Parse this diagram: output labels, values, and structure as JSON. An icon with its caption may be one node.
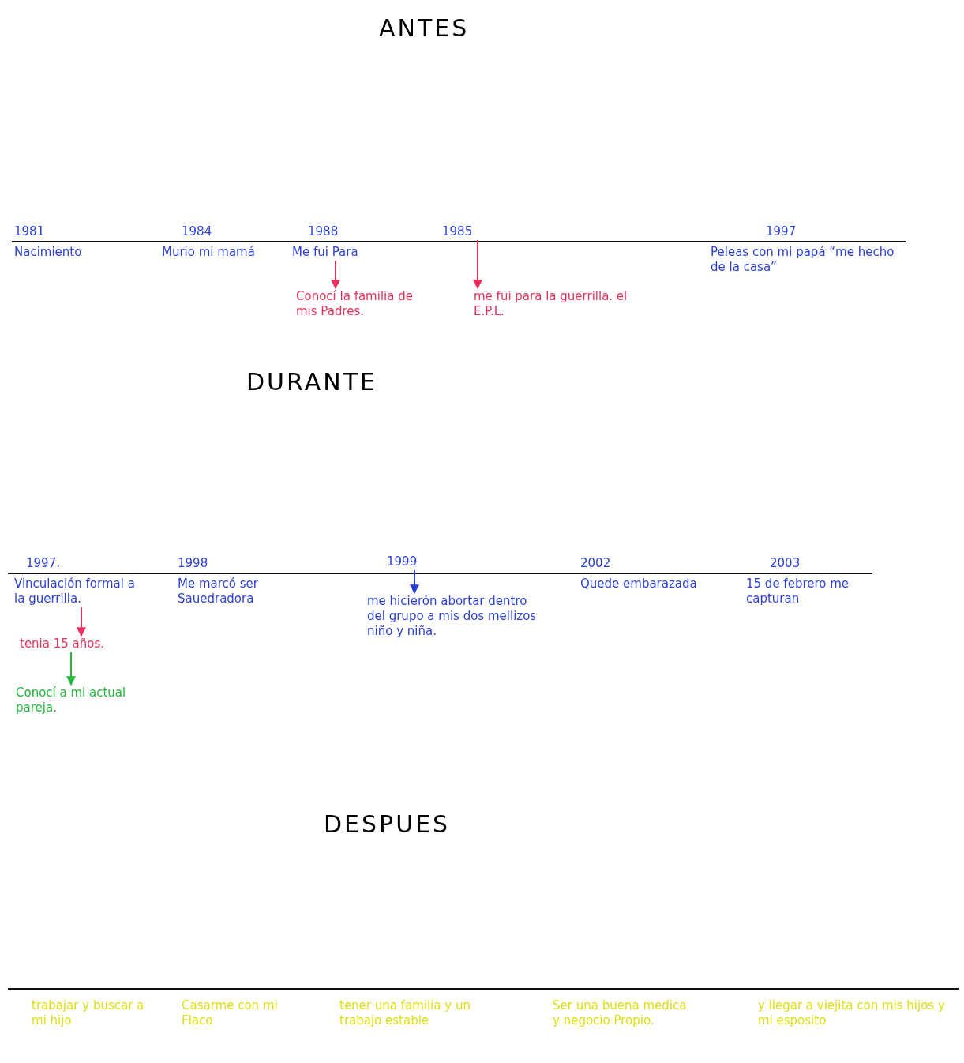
{
  "diagram": {
    "nodes": [
      {
        "text": [
          "1981",
          "Nacimiento"
        ]
      },
      {
        "text": [
          "1984",
          "Murio mi mamá"
        ]
      },
      {
        "text": [
          "1988",
          "Me fui Para"
        ]
      },
      {
        "text": [
          "1985"
        ]
      },
      {
        "text": [
          "1997",
          "Peleas con mi papá “me hecho de la casa”"
        ]
      },
      {
        "text": [
          "Conocí la familia de mis Padres."
        ]
      },
      {
        "text": [
          "me fui para la guerrilla. el E.P.L."
        ]
      },
      {
        "text": [
          "1997.",
          "Vinculación formal a la guerrilla."
        ]
      },
      {
        "text": [
          "1998",
          "Me marcó ser Sauedradora"
        ]
      },
      {
        "text": [
          "1999"
        ]
      },
      {
        "text": [
          "2002",
          "Quede embarazada"
        ]
      },
      {
        "text": [
          "2003",
          "15 de febrero me capturan"
        ]
      },
      {
        "text": [
          "tenia 15 años."
        ]
      },
      {
        "text": [
          "me hicierón abortar dentro del grupo a mis dos mellizos niño y niña."
        ]
      },
      {
        "text": [
          "Conocí a mi actual pareja."
        ]
      },
      {
        "text": [
          "trabajar y buscar a mi hijo"
        ]
      },
      {
        "text": [
          "Casarme con mi Flaco"
        ]
      },
      {
        "text": [
          "tener una familia y un trabajo estable"
        ]
      },
      {
        "text": [
          "Ser una buena medica y negocio Propio."
        ]
      },
      {
        "text": [
          "y llegar a viejita con mis hijos y mi esposito"
        ]
      }
    ],
    "edges": [
      {
        "from": 2,
        "to": 5,
        "arrow": "to"
      },
      {
        "from": 3,
        "to": 6,
        "arrow": "to"
      },
      {
        "from": 7,
        "to": 12,
        "arrow": "to"
      },
      {
        "from": 12,
        "to": 14,
        "arrow": "to",
        "color": "#22b83a"
      },
      {
        "from": 9,
        "to": 13,
        "arrow": "to",
        "color": "#2a3fd6"
      }
    ],
    "labels": [
      "ANTES",
      "DURANTE",
      "DESPUES"
    ]
  }
}
